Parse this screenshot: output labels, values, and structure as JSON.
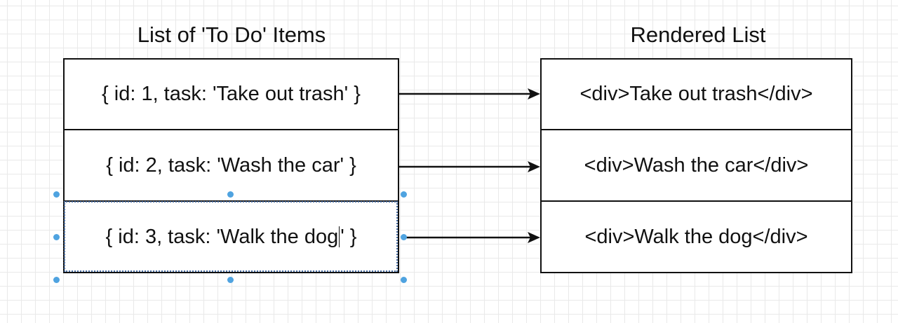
{
  "diagram": {
    "left_title": "List of 'To Do' Items",
    "right_title": "Rendered List",
    "items": [
      {
        "object_text": "{ id: 1, task: 'Take out trash' }",
        "rendered_text": "<div>Take out trash</div>"
      },
      {
        "object_text": "{ id: 2, task: 'Wash the car' }",
        "rendered_text": "<div>Wash the car</div>"
      },
      {
        "object_text_before_caret": "{ id: 3, task: 'Walk the dog",
        "object_text_after_caret": "' }",
        "rendered_text": "<div>Walk the dog</div>"
      }
    ],
    "colors": {
      "line": "#111111",
      "selection_handle": "#4fa3e0",
      "grid": "#e9e9e9"
    }
  }
}
